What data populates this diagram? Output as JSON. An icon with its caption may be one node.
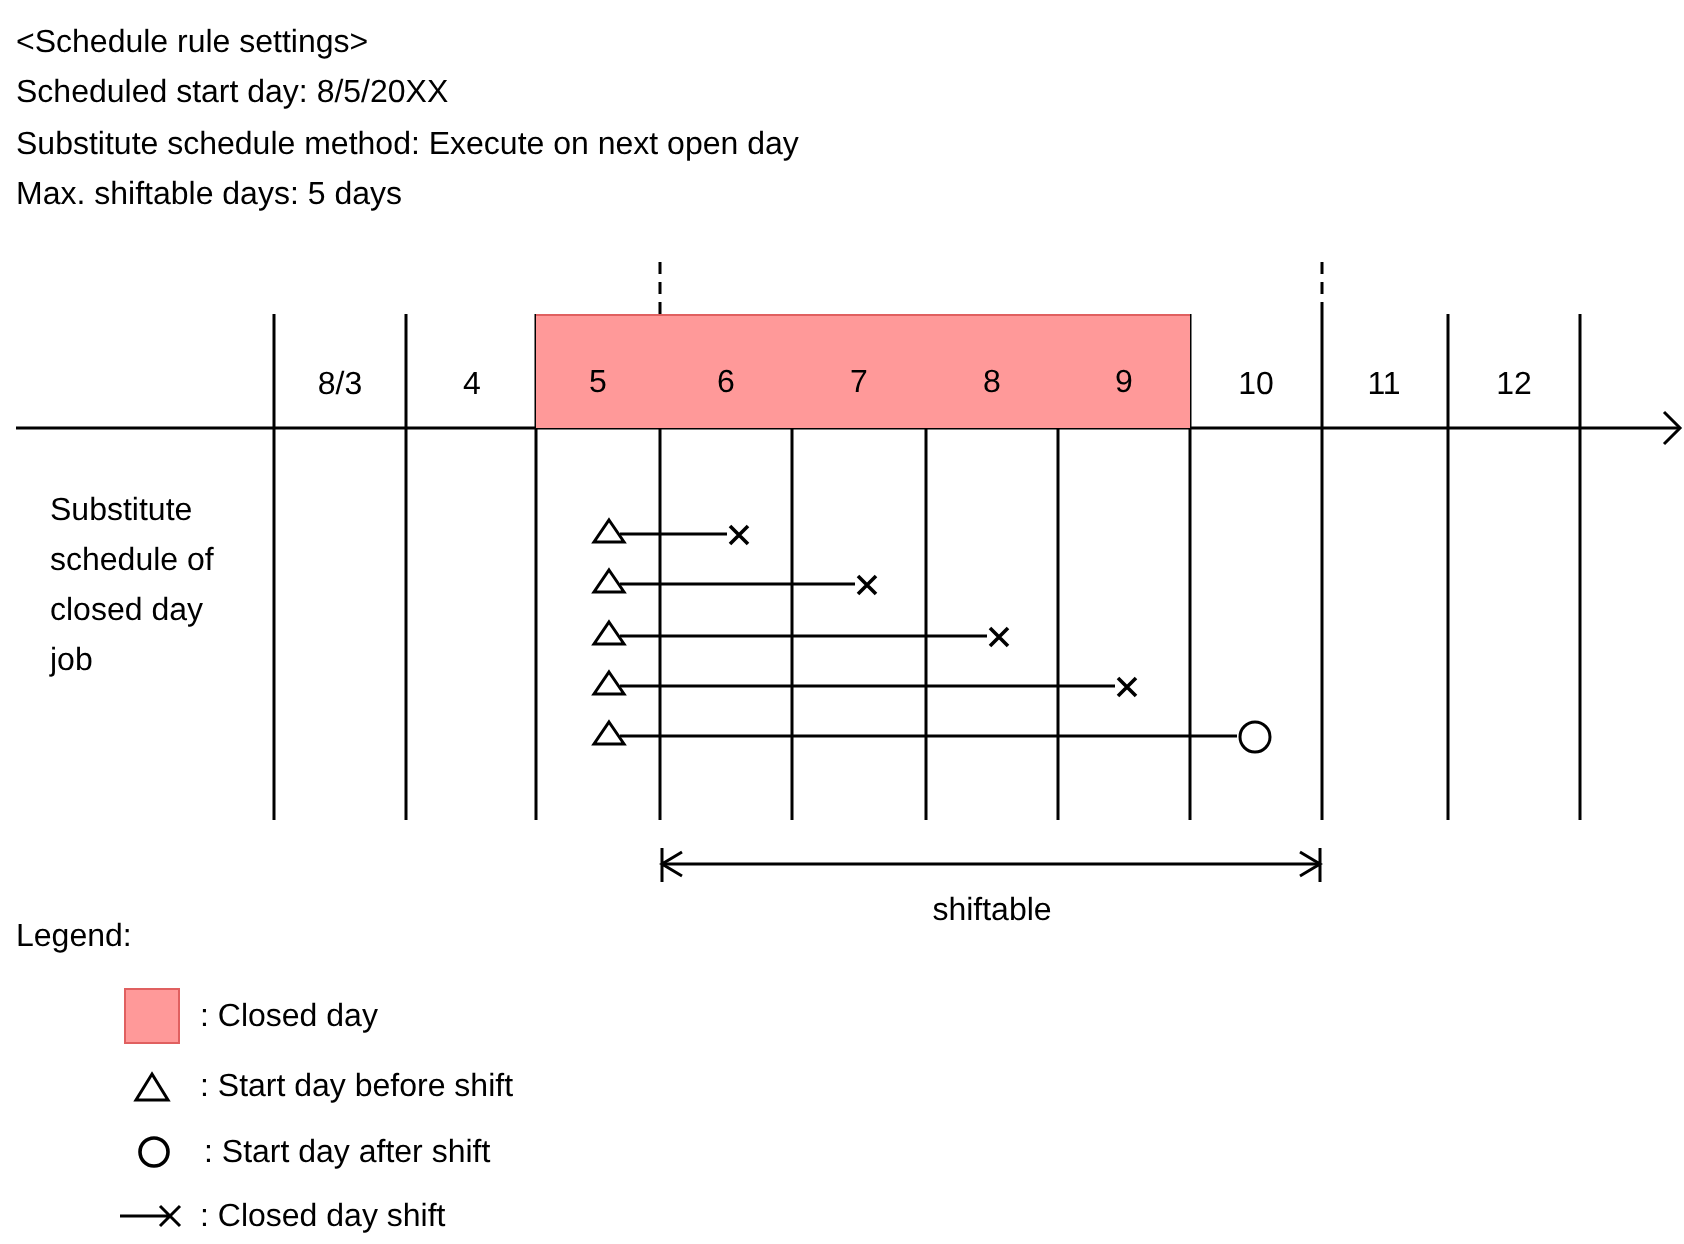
{
  "diagram": {
    "nodes": [
      {
        "text": [
          "5"
        ]
      },
      {
        "text": [
          "6"
        ]
      },
      {
        "text": [
          "7"
        ]
      },
      {
        "text": [
          "8"
        ]
      },
      {
        "text": [
          "9"
        ]
      },
      {
        "text": [],
        "shape": "triangle"
      },
      {
        "text": [],
        "shape": "cross"
      },
      {
        "text": [],
        "shape": "triangle"
      },
      {
        "text": [],
        "shape": "cross"
      },
      {
        "text": [],
        "shape": "triangle"
      },
      {
        "text": [],
        "shape": "cross"
      },
      {
        "text": [],
        "shape": "triangle"
      },
      {
        "text": [],
        "shape": "cross"
      },
      {
        "text": [],
        "shape": "triangle"
      },
      {
        "text": [],
        "shape": "circle"
      }
    ],
    "edges": [
      {
        "from": 5,
        "to": 6,
        "arrow": "none"
      },
      {
        "from": 7,
        "to": 8,
        "arrow": "none"
      },
      {
        "from": 9,
        "to": 10,
        "arrow": "none"
      },
      {
        "from": 11,
        "to": 12,
        "arrow": "none"
      },
      {
        "from": 13,
        "to": 14,
        "arrow": "none"
      }
    ],
    "labels": [
      "<Schedule rule settings>",
      "Scheduled start day: 8/5/20XX",
      "Substitute schedule method: Execute on next open day",
      "Max. shiftable days: 5 days",
      "8/3",
      "4",
      "10",
      "11",
      "12",
      "Substitute schedule of closed day job",
      "shiftable",
      "Legend:"
    ],
    "legend": [
      {
        "text": ": Closed day",
        "color": "#ff9999"
      },
      {
        "text": ": Start day before shift"
      },
      {
        "text": ": Start day after shift"
      },
      {
        "text": ": Closed day shift"
      }
    ]
  }
}
